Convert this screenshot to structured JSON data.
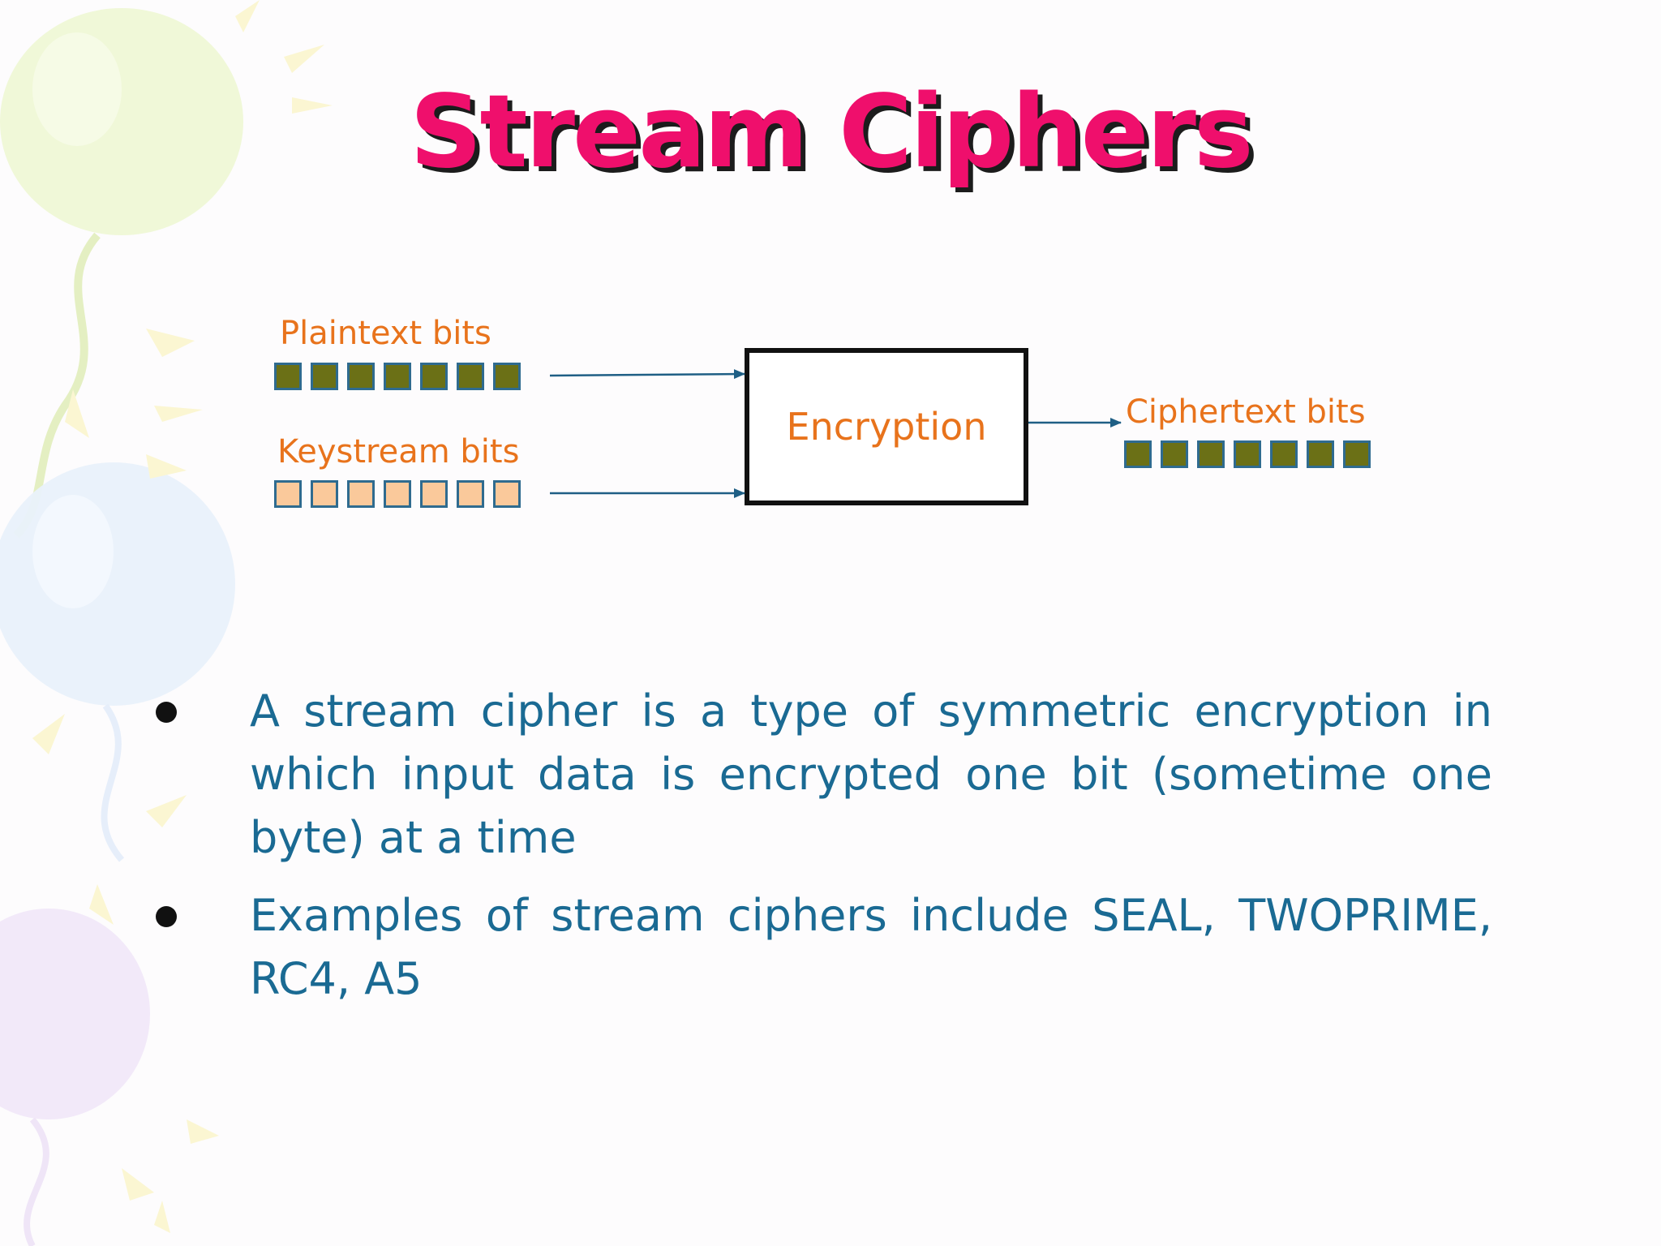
{
  "slide": {
    "title": "Stream Ciphers"
  },
  "diagram": {
    "plaintext_label": "Plaintext bits",
    "keystream_label": "Keystream bits",
    "box_label": "Encryption",
    "ciphertext_label": "Ciphertext bits",
    "bit_count": 7,
    "colors": {
      "label": "#e8731c",
      "dark_bit": "#6b7016",
      "light_bit": "#fac99b",
      "bit_border": "#2f6b8f",
      "arrow": "#1f5f85"
    }
  },
  "bullets": [
    "A stream cipher is a type of symmetric encryption in which input data is encrypted one bit (sometime one byte) at a time",
    "Examples of stream ciphers include SEAL, TWOPRIME, RC4, A5"
  ],
  "theme": {
    "title_color": "#ef0f6c",
    "body_color": "#1a6a93",
    "background": "#fdfcfd"
  }
}
